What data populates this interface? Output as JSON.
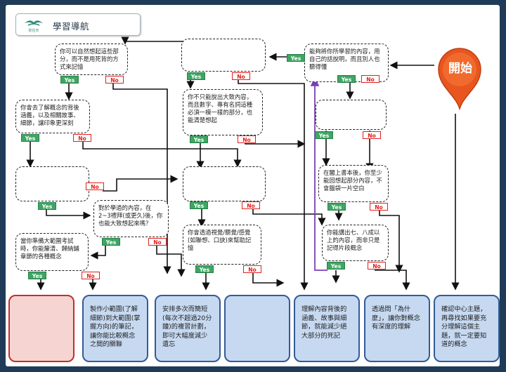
{
  "header": {
    "logo_text": "抓住天",
    "title": "學習導航"
  },
  "start_label": "開始",
  "yes_label": "Yes",
  "no_label": "No",
  "questions": {
    "q1": "能夠將你所學習的內容，用自己的話說明，而且別人也聽得懂",
    "q2": "",
    "q3": "你可以自然想起這些部分，而不是用死背的方式來記憶",
    "q4": "你不只能說出大致內容，而且數字、專有名詞這種必須一模一樣的部分，也能清楚想起",
    "q5": "",
    "q6": "你會去了解概念的背後涵義，以及相關故事、細節，讓印象更深刻",
    "q7": "在闔上書本後，你至少能回想起部分內容，不會腦袋一片空白",
    "q8": "",
    "q9": "",
    "q10": "對於學過的內容，在2~3禮拜(或更久)後，你也能大致想起來嗎？",
    "q11": "你能講出七、八成以上的內容，而非只是記得片段概念",
    "q12": "你會透過視覺/聽覺/感覺(如聯想、口訣)來幫助記憶",
    "q13": "當你準備大範圍考試時，你能釐清、歸納鋪章節的各種概念"
  },
  "results": {
    "r1": "",
    "r2": "製作小範圍(了解細節)到大範圍(掌握方向)的筆記，讓你能比較概念之間的關聯",
    "r3": "安排多次而簡短(每次不超過20分鐘)的複習計劃，即可大幅度減少遺忘",
    "r4": "",
    "r5": "理解內容背後的涵義、故事與細節，就能減少絕大部分的死記",
    "r6": "透過問「為什麼」，讓你對概念有深度的理解",
    "r7": "確認中心主題，再尋找如果要充分理解這個主題，就一定要知道的概念"
  },
  "colors": {
    "background": "#1f3b57",
    "yes": "#3ea663",
    "no": "#e0211d",
    "result_blue": "#c6d9f1",
    "result_red": "#f6d4d2",
    "start_pin": "#e8551e",
    "purple_arrow": "#7a3fb5"
  },
  "icons": {
    "logo": "book-bird-logo",
    "start": "map-pin-icon"
  }
}
